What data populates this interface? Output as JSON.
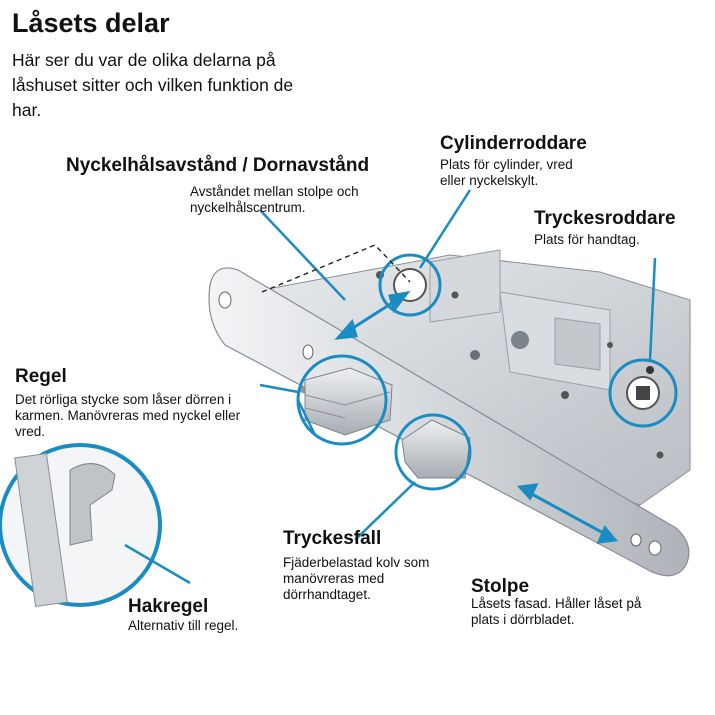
{
  "header": {
    "title": "Låsets delar",
    "intro": "Här ser du var de olika delarna på låshuset sitter och vilken funktion de har."
  },
  "labels": {
    "nyckel": {
      "title": "Nyckelhålsavstånd / Dornavstånd",
      "desc": "Avståndet mellan stolpe och nyckelhålscentrum."
    },
    "cylinder": {
      "title": "Cylinderroddare",
      "desc": "Plats för cylinder, vred eller nyckelskylt."
    },
    "tryckes": {
      "title": "Tryckesroddare",
      "desc": "Plats för handtag."
    },
    "regel": {
      "title": "Regel",
      "desc": "Det rörliga stycke som låser dörren i karmen. Manövreras med nyckel eller vred."
    },
    "trycke_fall": {
      "title": "Tryckesfall",
      "desc": "Fjäderbelastad kolv som manövreras med dörrhandtaget."
    },
    "stolpe": {
      "title": "Stolpe",
      "desc": "Låsets fasad. Håller låset på plats i dörrbladet."
    },
    "hakregel": {
      "title": "Hakregel",
      "desc": "Alternativ till regel."
    }
  },
  "colors": {
    "accent": "#1a8cc2",
    "text": "#111111",
    "metal": "#c9cdd1",
    "metal_dark": "#9aa0a6"
  }
}
